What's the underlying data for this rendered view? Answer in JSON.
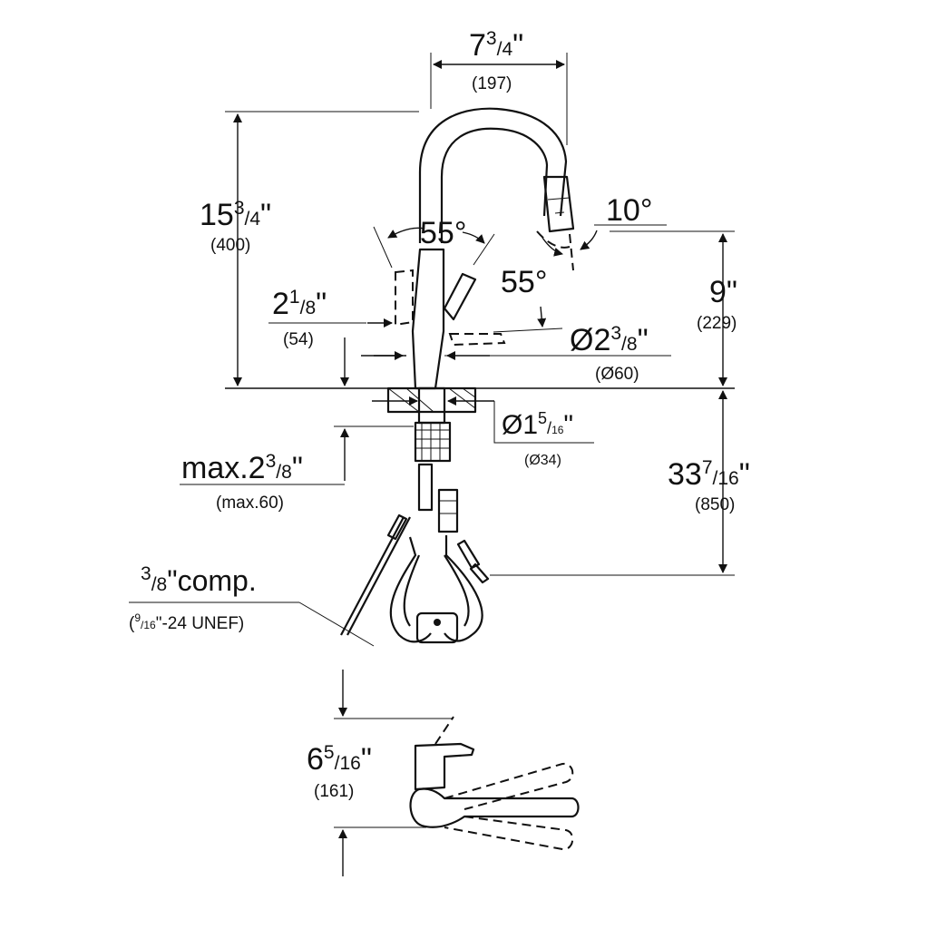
{
  "dims": {
    "spout_reach": {
      "whole": "7",
      "num": "3",
      "den": "4",
      "unit": "\"",
      "mm": "(197)"
    },
    "total_height": {
      "whole": "15",
      "num": "3",
      "den": "4",
      "unit": "\"",
      "mm": "(400)"
    },
    "swivel_angle": {
      "text": "55°"
    },
    "lever_angle": {
      "text": "55°"
    },
    "spray_angle": {
      "text": "10°"
    },
    "spout_height": {
      "text": "9\"",
      "mm": "(229)"
    },
    "lever_height": {
      "whole": "2",
      "num": "1",
      "den": "8",
      "unit": "\"",
      "mm": "(54)"
    },
    "base_diameter": {
      "prefix": "Ø2",
      "num": "3",
      "den": "8",
      "unit": "\"",
      "mm": "(Ø60)"
    },
    "hole_diameter": {
      "prefix": "Ø1",
      "num": "5",
      "den": "16",
      "unit": "\"",
      "mm": "(Ø34)"
    },
    "deck_thickness": {
      "prefix": "max.2",
      "num": "3",
      "den": "8",
      "unit": "\"",
      "mm": "(max.60)"
    },
    "hose_length": {
      "whole": "33",
      "num": "7",
      "den": "16",
      "unit": "\"",
      "mm": "(850)"
    },
    "connection": {
      "num": "3",
      "den": "8",
      "rest": "\"comp.",
      "sub_open": "(",
      "sub_num": "9",
      "sub_den": "16",
      "sub_rest": "\"-24 UNEF)"
    },
    "top_view_clearance": {
      "whole": "6",
      "num": "5",
      "den": "16",
      "unit": "\"",
      "mm": "(161)"
    }
  }
}
